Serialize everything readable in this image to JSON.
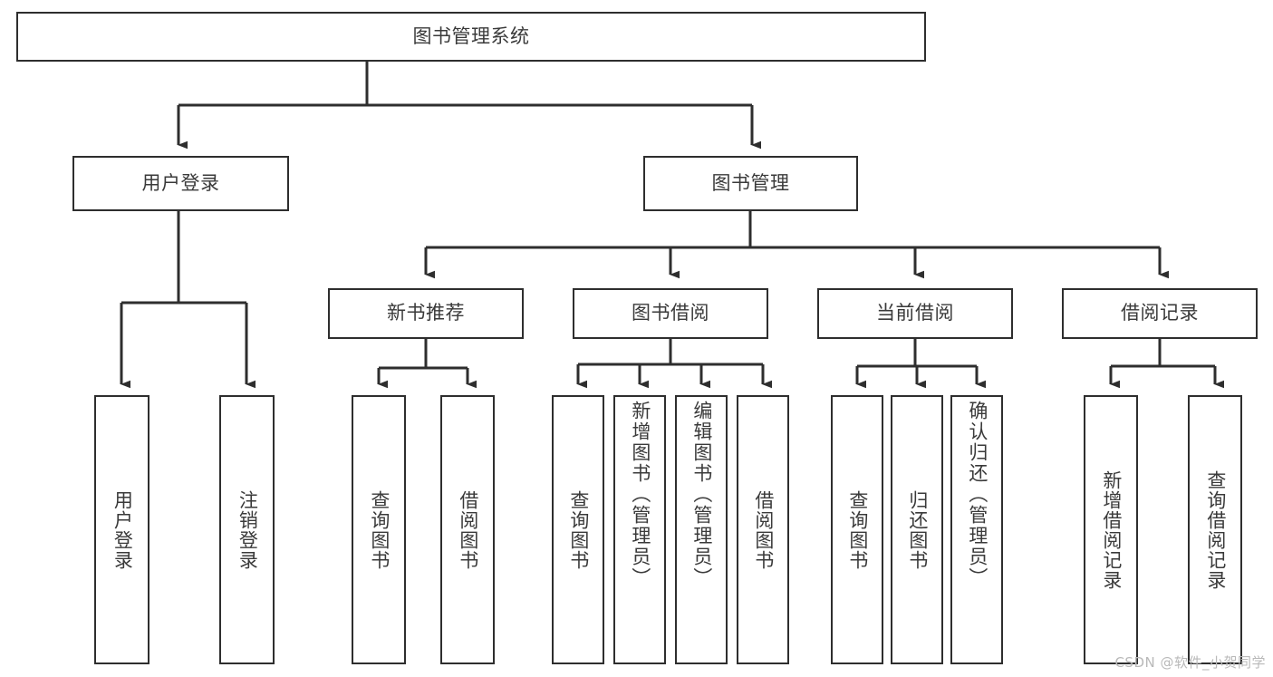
{
  "diagram": {
    "title": "图书管理系统",
    "type": "tree",
    "watermark": "CSDN @软件_小贺同学",
    "colors": {
      "stroke": "#2e2e2e",
      "text": "#3a3a3a",
      "background": "#ffffff",
      "watermark": "#b9b9b9"
    },
    "root": {
      "label": "图书管理系统"
    },
    "level2": [
      {
        "label": "用户登录"
      },
      {
        "label": "图书管理"
      }
    ],
    "level3": [
      {
        "label": "新书推荐"
      },
      {
        "label": "图书借阅"
      },
      {
        "label": "当前借阅"
      },
      {
        "label": "借阅记录"
      }
    ],
    "leaves": {
      "user_login": [
        {
          "label": "用户登录"
        },
        {
          "label": "注销登录"
        }
      ],
      "new_book_recommend": [
        {
          "label": "查询图书"
        },
        {
          "label": "借阅图书"
        }
      ],
      "book_borrow": [
        {
          "label": "查询图书"
        },
        {
          "label": "新增图书（管理员）"
        },
        {
          "label": "编辑图书（管理员）"
        },
        {
          "label": "借阅图书"
        }
      ],
      "current_borrow": [
        {
          "label": "查询图书"
        },
        {
          "label": "归还图书"
        },
        {
          "label": "确认归还（管理员）"
        }
      ],
      "borrow_record": [
        {
          "label": "新增借阅记录"
        },
        {
          "label": "查询借阅记录"
        }
      ]
    }
  }
}
